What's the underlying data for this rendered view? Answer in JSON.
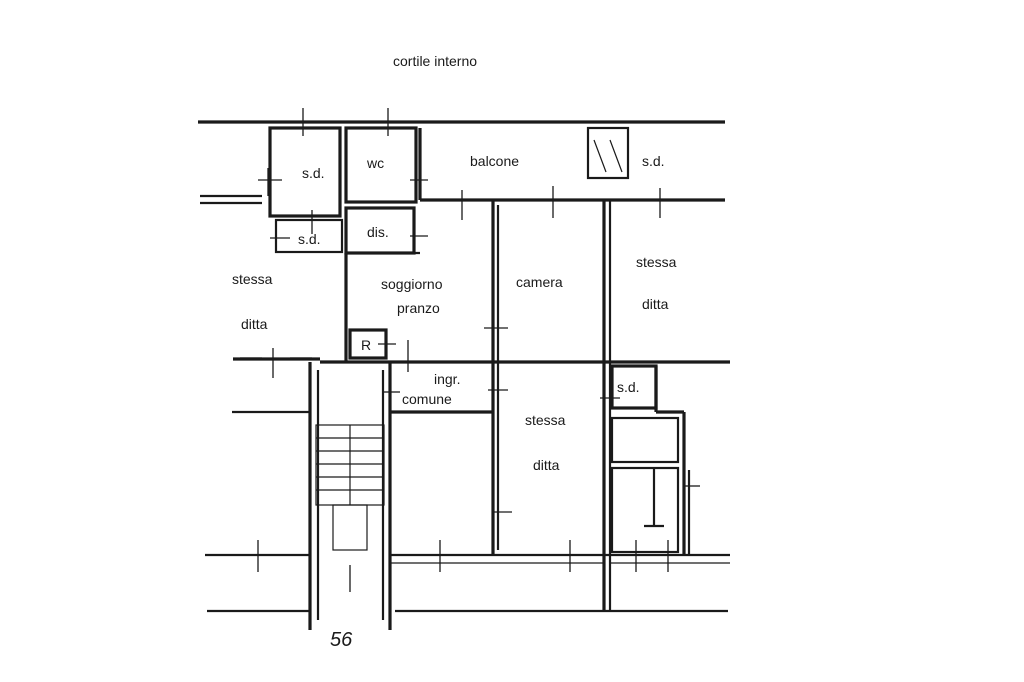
{
  "labels": {
    "courtyard": "cortile interno",
    "sd_top_left": "s.d.",
    "sd_left_small": "s.d.",
    "wc": "wc",
    "dis": "dis.",
    "balcone": "balcone",
    "sd_top_right": "s.d.",
    "stessa_left": "stessa",
    "ditta_left": "ditta",
    "soggiorno": "soggiorno",
    "pranzo": "pranzo",
    "camera": "camera",
    "stessa_right": "stessa",
    "ditta_right": "ditta",
    "r_box": "R",
    "ingr": "ingr.",
    "comune": "comune",
    "stessa_center": "stessa",
    "ditta_center": "ditta",
    "sd_right_small": "s.d.",
    "handwritten_number": "56"
  }
}
